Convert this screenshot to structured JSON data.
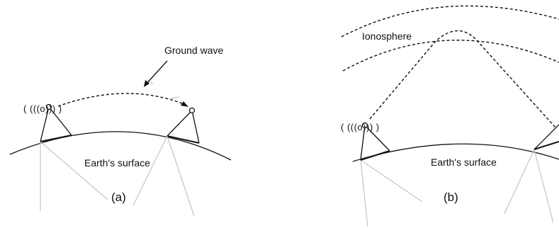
{
  "panel_a": {
    "caption": "(a)",
    "ground_wave_label": "Ground wave",
    "surface_label": "Earth's surface",
    "antenna_waves": "( (((o))) )"
  },
  "panel_b": {
    "caption": "(b)",
    "ionosphere_label": "Ionosphere",
    "surface_label": "Earth's surface",
    "antenna_waves": "( (((o))) )"
  },
  "colors": {
    "line": "#111111",
    "radius_lines": "#c8c8c8",
    "background": "#ffffff"
  }
}
